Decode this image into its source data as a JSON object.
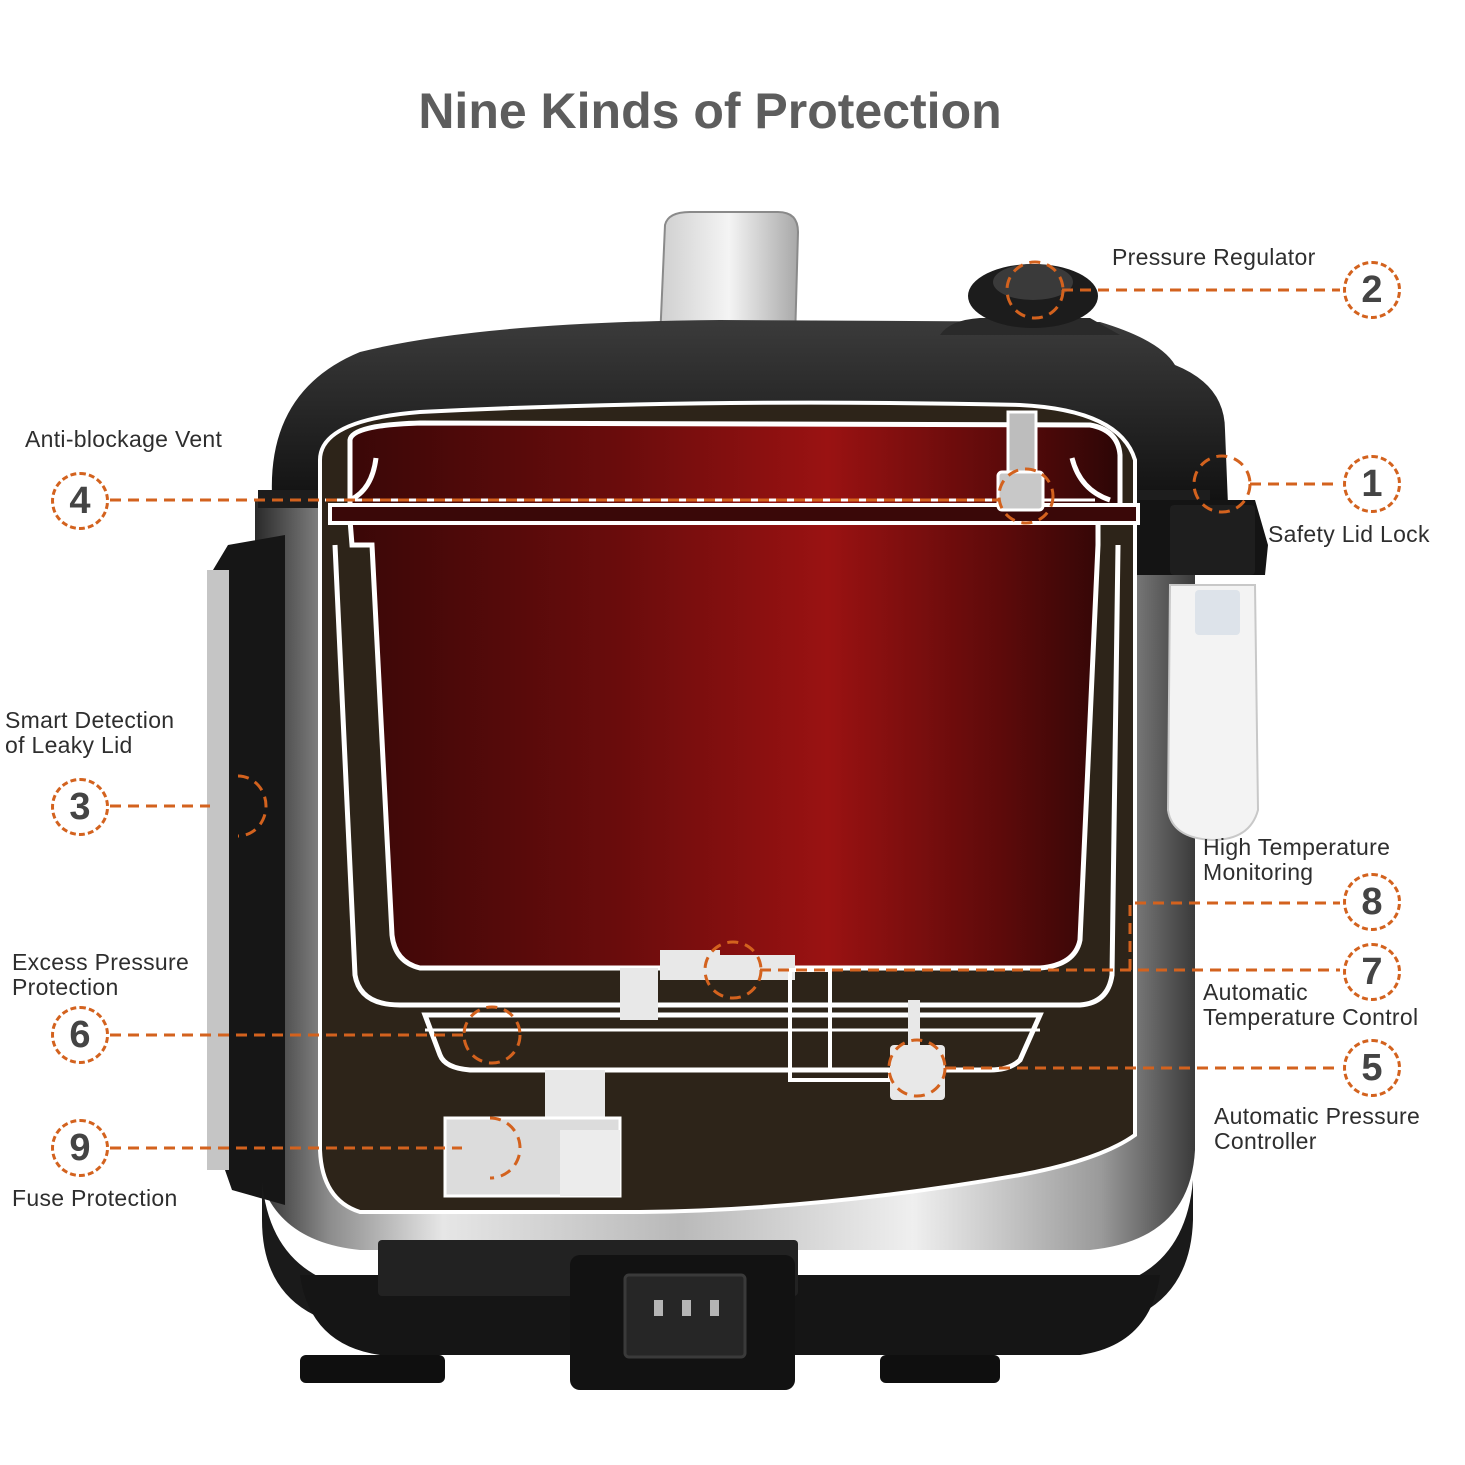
{
  "title": "Nine Kinds of Protection",
  "accent_color": "#d3621e",
  "callouts": [
    {
      "number": "1",
      "label_lines": [
        "Safety Lid Lock"
      ]
    },
    {
      "number": "2",
      "label_lines": [
        "Pressure Regulator"
      ]
    },
    {
      "number": "3",
      "label_lines": [
        "Smart Detection",
        "of Leaky Lid"
      ]
    },
    {
      "number": "4",
      "label_lines": [
        "Anti-blockage Vent"
      ]
    },
    {
      "number": "5",
      "label_lines": [
        "Automatic Pressure",
        "Controller"
      ]
    },
    {
      "number": "6",
      "label_lines": [
        "Excess Pressure",
        "Protection"
      ]
    },
    {
      "number": "7",
      "label_lines": [
        "Automatic",
        "Temperature Control"
      ]
    },
    {
      "number": "8",
      "label_lines": [
        "High Temperature",
        "Monitoring"
      ]
    },
    {
      "number": "9",
      "label_lines": [
        "Fuse Protection"
      ]
    }
  ]
}
